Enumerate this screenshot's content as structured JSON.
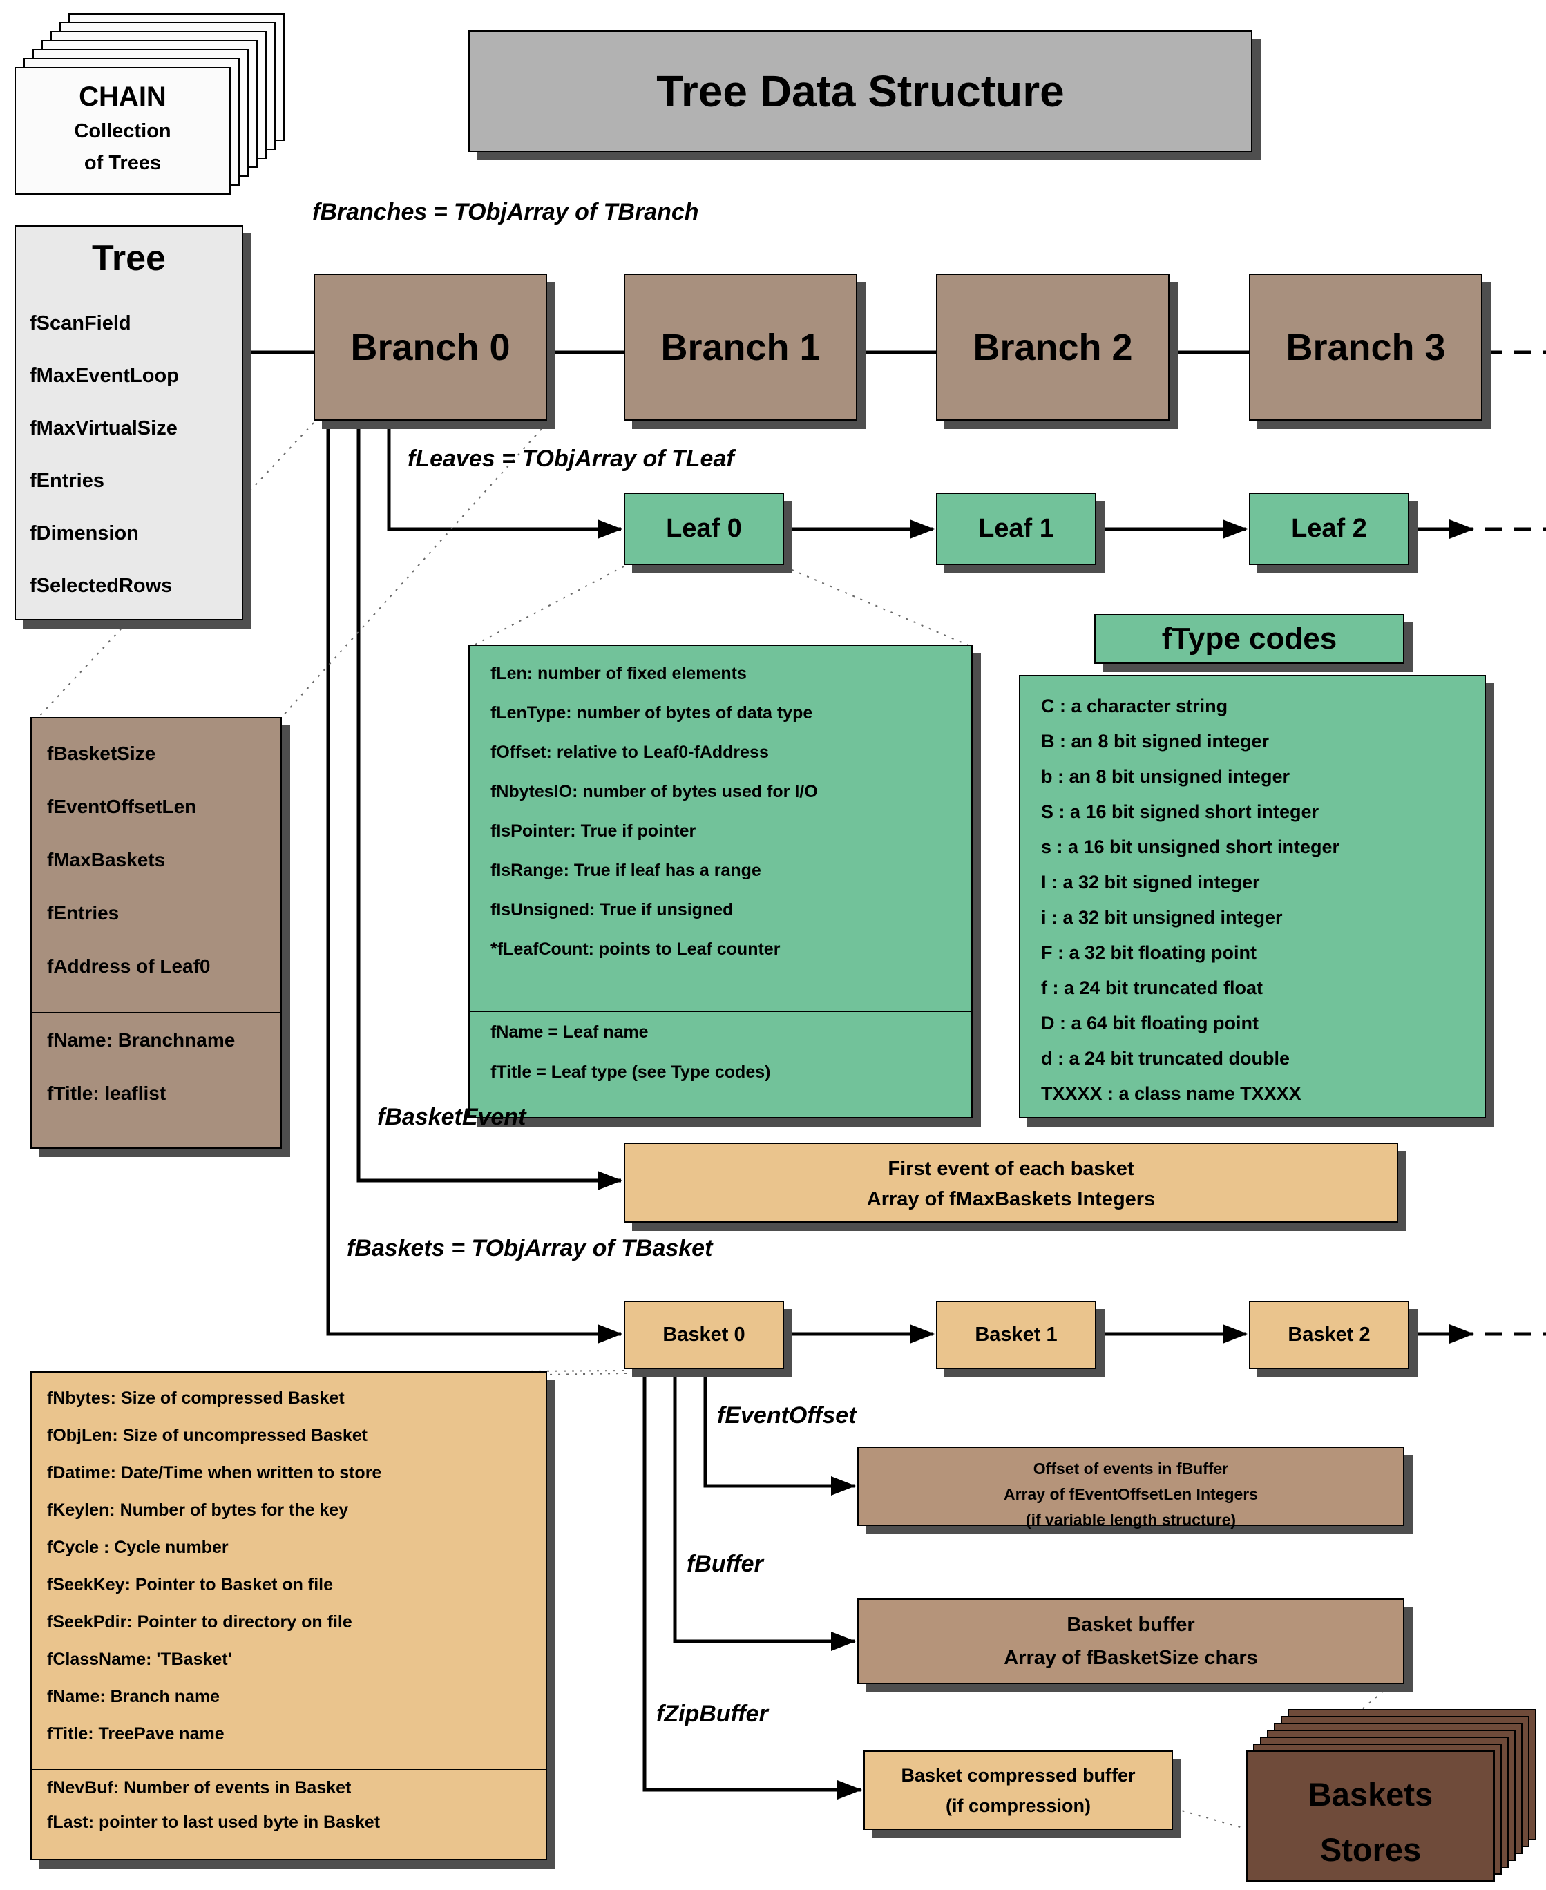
{
  "title": "Tree Data Structure",
  "chain": {
    "title": "CHAIN",
    "line1": "Collection",
    "line2": "of Trees"
  },
  "stores": {
    "line1": "Baskets",
    "line2": "Stores"
  },
  "labels": {
    "fbranches": "fBranches = TObjArray of TBranch",
    "fleaves": "fLeaves = TObjArray of TLeaf",
    "fbasketevent": "fBasketEvent",
    "fbaskets": "fBaskets = TObjArray of TBasket",
    "feventoffset": "fEventOffset",
    "fbuffer": "fBuffer",
    "fzipbuffer": "fZipBuffer"
  },
  "tree": {
    "title": "Tree",
    "fields": [
      "fScanField",
      "fMaxEventLoop",
      "fMaxVirtualSize",
      "fEntries",
      "fDimension",
      "fSelectedRows"
    ]
  },
  "branches": [
    "Branch 0",
    "Branch 1",
    "Branch 2",
    "Branch 3"
  ],
  "leaves": [
    "Leaf 0",
    "Leaf 1",
    "Leaf 2"
  ],
  "baskets": [
    "Basket 0",
    "Basket 1",
    "Basket 2"
  ],
  "branch_attrs": {
    "fields": [
      "fBasketSize",
      "fEventOffsetLen",
      "fMaxBaskets",
      "fEntries",
      "fAddress of Leaf0"
    ],
    "tail": [
      "fName: Branchname",
      "fTitle: leaflist"
    ]
  },
  "leaf_attrs": {
    "fields": [
      "fLen: number of fixed elements",
      "fLenType: number of bytes of data type",
      "fOffset: relative to Leaf0-fAddress",
      "fNbytesIO: number of bytes used for I/O",
      "fIsPointer: True if pointer",
      "fIsRange: True if leaf has a range",
      "fIsUnsigned: True if unsigned",
      "*fLeafCount: points to Leaf counter"
    ],
    "tail": [
      "fName = Leaf name",
      "fTitle = Leaf type (see Type codes)"
    ]
  },
  "ftype": {
    "title": "fType codes",
    "codes": [
      "C : a character string",
      "B : an 8 bit signed integer",
      "b : an 8 bit unsigned integer",
      "S : a 16 bit signed short integer",
      "s : a 16 bit unsigned short integer",
      "I : a 32 bit signed integer",
      "i : a 32 bit unsigned integer",
      "F : a 32 bit floating point",
      "f : a 24 bit truncated float",
      "D : a 64 bit floating point",
      "d : a 24 bit truncated double",
      "TXXXX : a class name TXXXX"
    ]
  },
  "first_event_box": {
    "line1": "First event of each basket",
    "line2": "Array of fMaxBaskets Integers"
  },
  "basket_attrs": {
    "fields": [
      "fNbytes: Size of compressed Basket",
      "fObjLen: Size of uncompressed Basket",
      "fDatime: Date/Time when written to store",
      "fKeylen: Number of bytes for the key",
      "fCycle : Cycle number",
      "fSeekKey: Pointer to Basket on file",
      "fSeekPdir: Pointer to directory on file",
      "fClassName: 'TBasket'",
      "fName: Branch name",
      "fTitle: TreePave name"
    ],
    "tail": [
      "fNevBuf: Number of events in Basket",
      "fLast: pointer to last used byte in Basket"
    ]
  },
  "event_offset_box": {
    "line1": "Offset of events in fBuffer",
    "line2": "Array of fEventOffsetLen Integers",
    "line3": "(if variable length structure)"
  },
  "buffer_box": {
    "line1": "Basket buffer",
    "line2": "Array of fBasketSize chars"
  },
  "zip_box": {
    "line1": "Basket compressed buffer",
    "line2": "(if compression)"
  },
  "colors": {
    "title_bg": "#b2b2b2",
    "tree_bg": "#e9e9e9",
    "branch_bg": "#a8907e",
    "leaf_green": "#72c29a",
    "tan": "#eac48d",
    "brown": "#b5947a",
    "stores_brown": "#6f4b3a",
    "shadow": "#4e4e4e"
  }
}
